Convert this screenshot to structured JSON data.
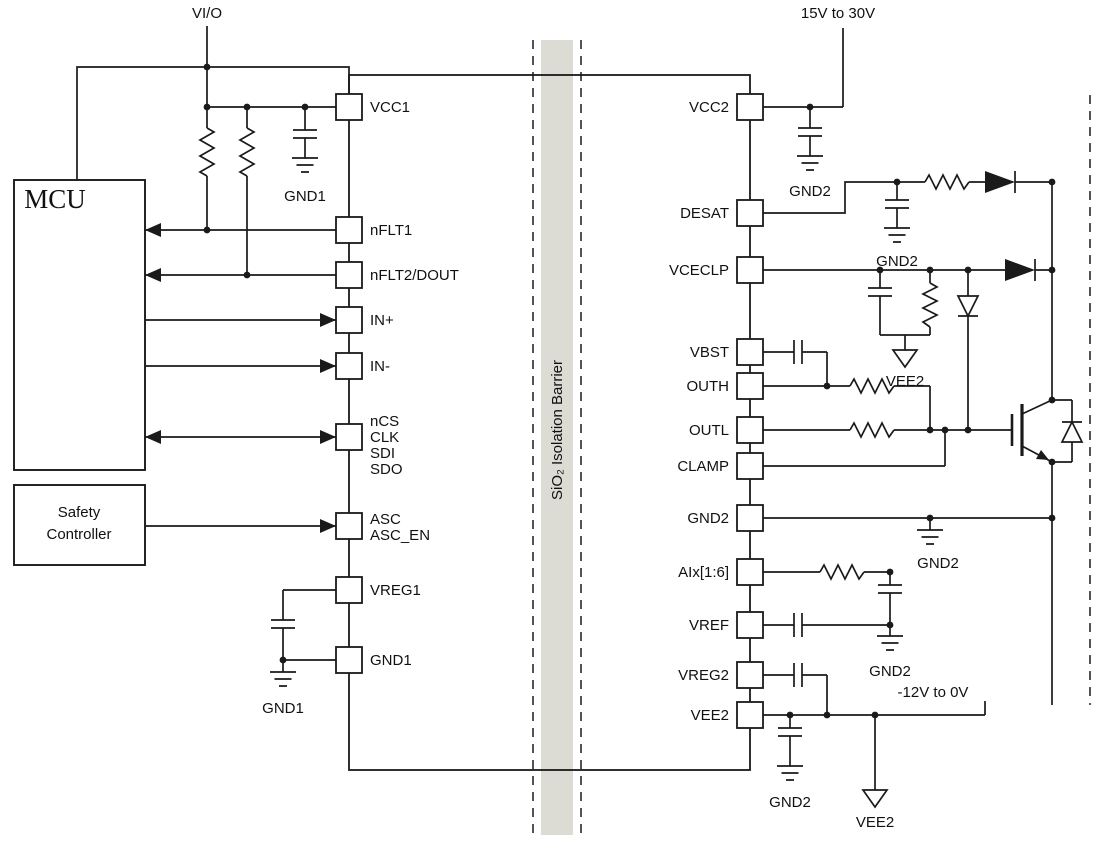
{
  "left": {
    "vio_label": "VI/O",
    "mcu_label": "MCU",
    "safety_line1": "Safety",
    "safety_line2": "Controller",
    "gnd1_label": "GND1"
  },
  "ic": {
    "isolation_label": "SiO₂ Isolation Barrier",
    "left_pins": {
      "vcc1": "VCC1",
      "nflt1": "nFLT1",
      "nflt2": "nFLT2/DOUT",
      "inp": "IN+",
      "inn": "IN-",
      "ncs": "nCS",
      "clk": "CLK",
      "sdi": "SDI",
      "sdo": "SDO",
      "asc": "ASC",
      "asc_en": "ASC_EN",
      "vreg1": "VREG1",
      "gnd1": "GND1"
    },
    "right_pins": {
      "vcc2": "VCC2",
      "desat": "DESAT",
      "vceclp": "VCECLP",
      "vbst": "VBST",
      "outh": "OUTH",
      "outl": "OUTL",
      "clamp": "CLAMP",
      "gnd2": "GND2",
      "aix": "AIx[1:6]",
      "vref": "VREF",
      "vreg2": "VREG2",
      "vee2": "VEE2"
    }
  },
  "right": {
    "vcc2_supply": "15V to 30V",
    "vee2_supply": "-12V to 0V",
    "gnd2_label": "GND2",
    "vee2_label": "VEE2"
  },
  "colors": {
    "line": "#1a1a1a",
    "barrier_fill": "#dcdcd4",
    "background": "#ffffff"
  }
}
